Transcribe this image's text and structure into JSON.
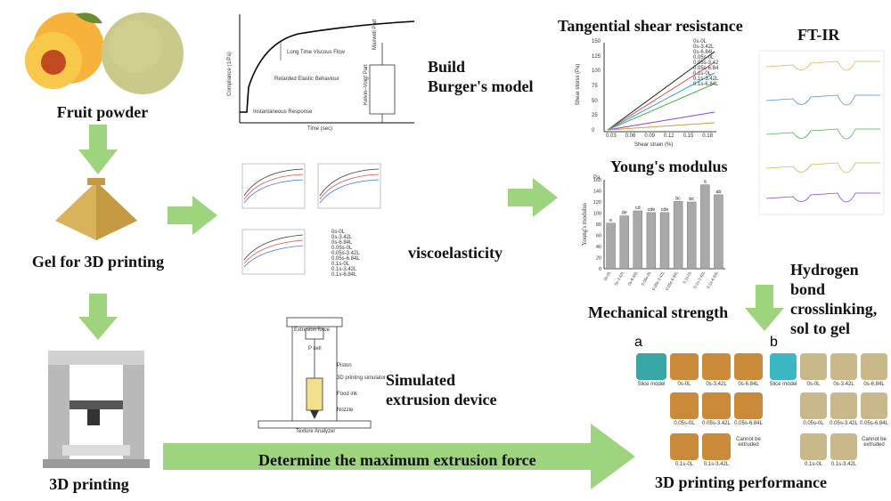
{
  "steps": {
    "fruit_powder": "Fruit powder",
    "gel": "Gel for 3D printing",
    "printing": "3D printing",
    "burger": "Build\nBurger's model",
    "viscoelasticity": "viscoelasticity",
    "simulated": "Simulated\nextrusion device",
    "max_force": "Determine the maximum extrusion force",
    "tangential": "Tangential shear resistance",
    "ftir": "FT-IR",
    "young": "Young's modulus",
    "mechanical": "Mechanical strength",
    "hydrogen": "Hydrogen\nbond\ncrosslinking,\nsol to gel",
    "performance": "3D printing performance"
  },
  "burger_chart": {
    "ylabel": "Compliance (1/Pa)",
    "xlabel": "Time (sec)",
    "annotations": [
      "Long Time Viscous Flow",
      "Retarded Elastic Behaviour",
      "Instantaneous Response"
    ],
    "model_labels": [
      "Maxwell Part",
      "Kelvin–Voigt Part"
    ]
  },
  "shear_chart": {
    "xlabel": "Shear strain (%)",
    "ylabel": "Shear stress (Pa)",
    "xticks": [
      "0.03",
      "0.06",
      "0.09",
      "0.12",
      "0.15",
      "0.18"
    ],
    "yticks": [
      "0",
      "25",
      "50",
      "75",
      "100",
      "125",
      "150"
    ],
    "legend": [
      "0s-0L",
      "0s-3.42L",
      "0s-6.84L",
      "0.05s-0L",
      "0.05s-3.42",
      "0.05s-6.84",
      "0.1s-0L",
      "0.1s-3.42L",
      "0.1s-6.84L"
    ]
  },
  "chart_data": {
    "type": "bar",
    "title": "Young's modulus",
    "ylabel": "Young's modulus",
    "yunit": "Pa",
    "ylim": [
      0,
      160
    ],
    "yticks": [
      0,
      20,
      40,
      60,
      80,
      100,
      120,
      140,
      160
    ],
    "categories": [
      "0s-0L",
      "0s-3.42L",
      "0s-6.84L",
      "0.05s-0L",
      "0.05s-3.42L",
      "0.05s-6.84L",
      "0.1s-0L",
      "0.1s-3.42L",
      "0.1s-6.84L"
    ],
    "values": [
      82,
      95,
      104,
      101,
      101,
      121,
      120,
      151,
      133
    ],
    "labels": [
      "e",
      "de",
      "cd",
      "cde",
      "cde",
      "bc",
      "bc",
      "a",
      "ab"
    ]
  },
  "visco_legend": [
    "0s-0L",
    "0s-3.42L",
    "0s-6.84L",
    "0.05s-0L",
    "0.05s-3.42L",
    "0.05s-6.84L",
    "0.1s-0L",
    "0.1s-3.42L",
    "0.1s-6.84L"
  ],
  "extrusion_labels": [
    "Extrusion force",
    "P cell",
    "Piston",
    "3D printing simulator",
    "Food ink",
    "Nozzle",
    "Texture Analyzer"
  ],
  "print_a": {
    "letter": "a",
    "captions": [
      "Slice model",
      "0s-0L",
      "0s-3.42L",
      "0s-6.84L",
      "0.05s-0L",
      "0.05s-3.42L",
      "0.05s-6.84L",
      "0.1s-0L",
      "0.1s-3.42L",
      "Cannot be extruded"
    ]
  },
  "print_b": {
    "letter": "b",
    "captions": [
      "Slice model",
      "0s-0L",
      "0s-3.42L",
      "0s-6.84L",
      "0.05s-0L",
      "0.05s-3.42L",
      "0.05s-6.84L",
      "0.1s-0L",
      "0.1s-3.42L",
      "Cannot be extruded"
    ]
  },
  "colors": {
    "arrow": "#9ed47e",
    "bar": "#a9a9a9",
    "peach": "#f2a23b",
    "powder": "#c9c98a",
    "gel": "#d8b35c"
  }
}
